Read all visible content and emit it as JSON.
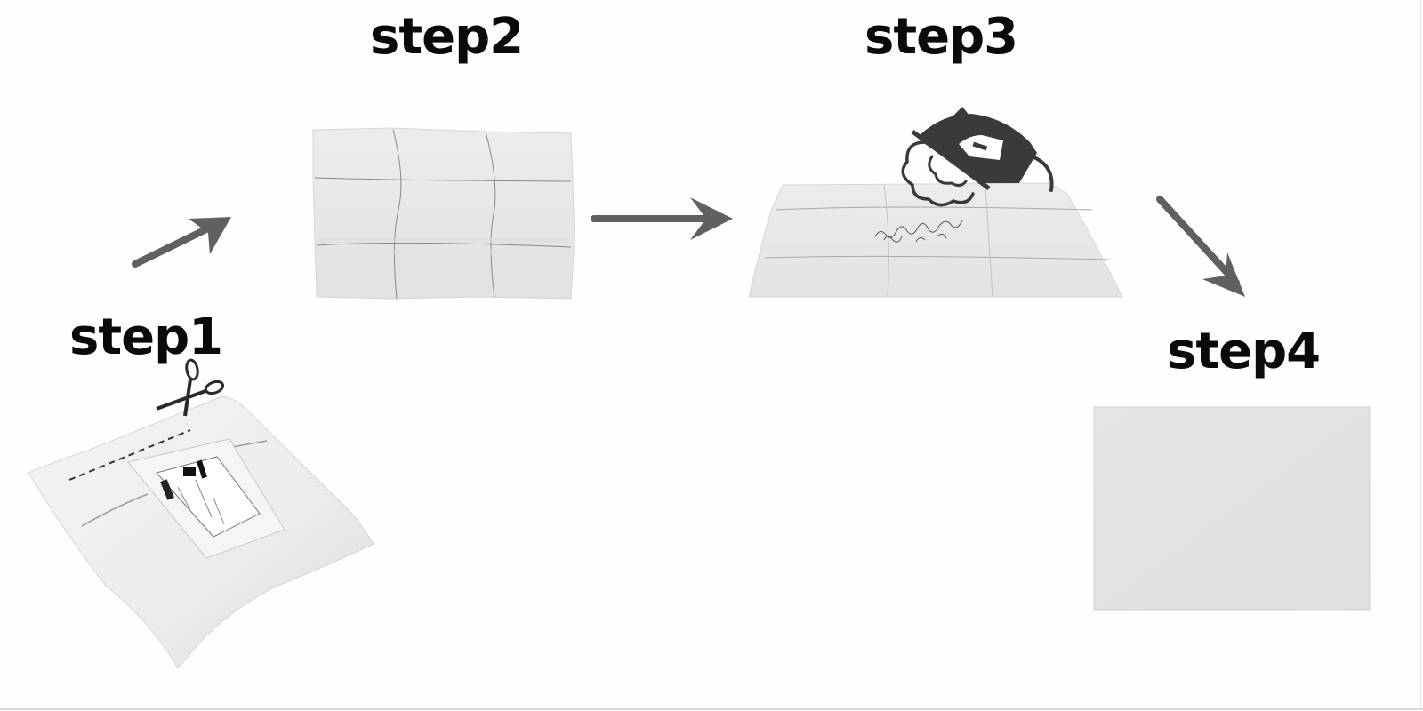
{
  "diagram": {
    "type": "process-steps",
    "steps": [
      {
        "id": 1,
        "label": "step1",
        "depiction": "sealed package with label, scissors cutting along dashed line"
      },
      {
        "id": 2,
        "label": "step2",
        "depiction": "unfolded sheet with creases in 3x3 grid"
      },
      {
        "id": 3,
        "label": "step3",
        "depiction": "sheet being steam-ironed to remove wrinkles"
      },
      {
        "id": 4,
        "label": "step4",
        "depiction": "flat smooth sheet"
      }
    ],
    "arrows": [
      {
        "from": 1,
        "to": 2,
        "direction": "up-right"
      },
      {
        "from": 2,
        "to": 3,
        "direction": "right"
      },
      {
        "from": 3,
        "to": 4,
        "direction": "down-right"
      }
    ],
    "icons": [
      "scissors-icon",
      "steam-iron-icon"
    ]
  },
  "colors": {
    "background": "#fefefe",
    "label_text": "#0a0a0a",
    "arrow": "#606060",
    "icon": "#3a3a3a",
    "sheet_fill": "#e6e7e8",
    "package_fill": "#ededed"
  }
}
